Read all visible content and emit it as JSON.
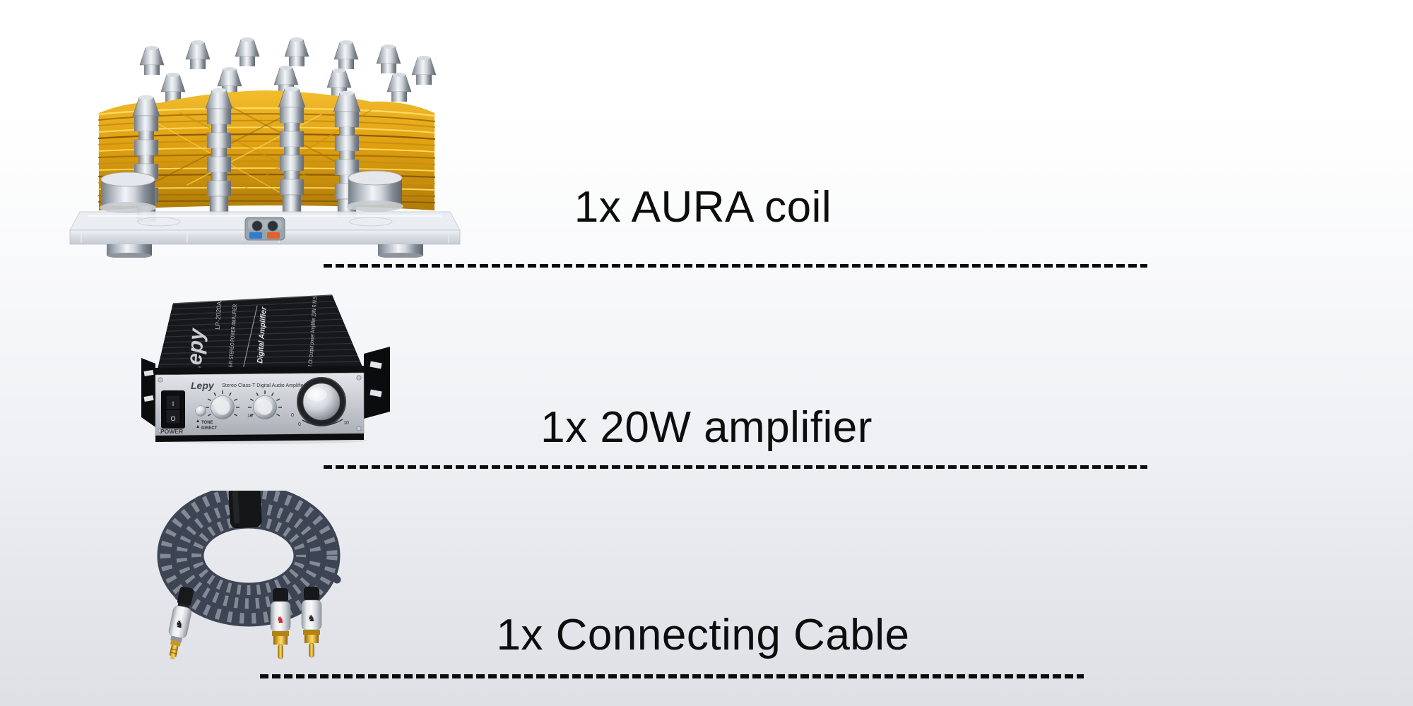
{
  "page": {
    "background_top": "#ffffff",
    "background_bottom": "#dee0e6",
    "text_color": "#0d0d0d",
    "divider_color": "#0b0b0b"
  },
  "items": [
    {
      "label": "1x AURA coil"
    },
    {
      "label": "1x 20W amplifier"
    },
    {
      "label": "1x Connecting Cable"
    }
  ],
  "amplifier": {
    "brand_top": "Lepy",
    "model": "LP-2020A",
    "top_subtitle": "Hi-Fi STEREO POWER AMPLIFIER",
    "top_type": "Digital Amplifier",
    "top_spec": "2 Ch Output power Amplifier 20W R.M.S",
    "front_brand": "Lepy",
    "front_title": "Stereo Class-T Digital Audio Amplifier",
    "power_label": "POWER",
    "tone_label": "TONE",
    "direct_label": "DIRECT",
    "switch_on": "I",
    "switch_off": "O",
    "bass_scale_value": "10",
    "treble_scale_value": "0",
    "volume_scale_min": "0",
    "volume_scale_max": "10"
  },
  "icons": {
    "horse_logo": "♞"
  }
}
